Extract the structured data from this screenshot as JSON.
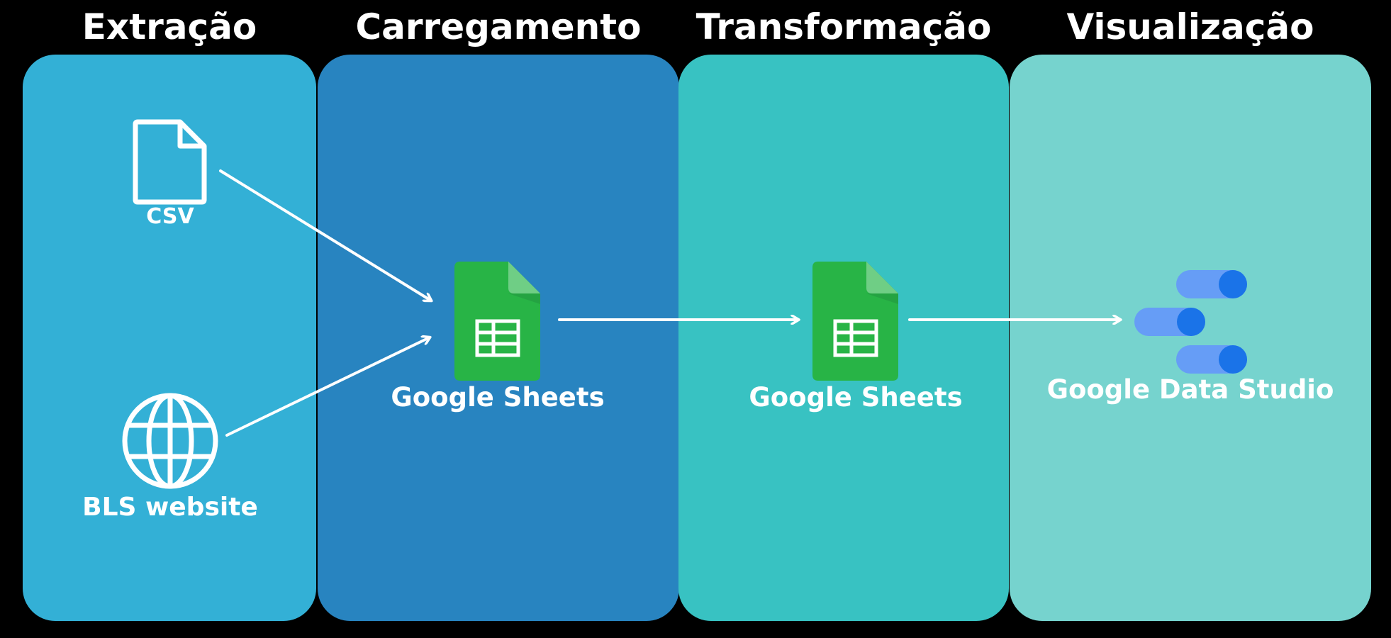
{
  "stages": [
    {
      "title": "Extração",
      "color": "#33b0d6"
    },
    {
      "title": "Carregamento",
      "color": "#2884c0"
    },
    {
      "title": "Transformação",
      "color": "#38c2c2"
    },
    {
      "title": "Visualização",
      "color": "#76d3ce"
    }
  ],
  "nodes": {
    "csv": {
      "label": "CSV",
      "icon": "file-icon"
    },
    "bls": {
      "label": "BLS website",
      "icon": "globe-icon"
    },
    "sheets_load": {
      "label": "Google Sheets",
      "icon": "google-sheets-icon"
    },
    "sheets_transform": {
      "label": "Google Sheets",
      "icon": "google-sheets-icon"
    },
    "data_studio": {
      "label": "Google Data Studio",
      "icon": "google-data-studio-icon"
    }
  },
  "colors": {
    "background": "#000000",
    "sheets_green": "#28b446",
    "sheets_fold": "#6fce85",
    "data_studio_light": "#669df6",
    "data_studio_dark": "#1a73e8"
  }
}
